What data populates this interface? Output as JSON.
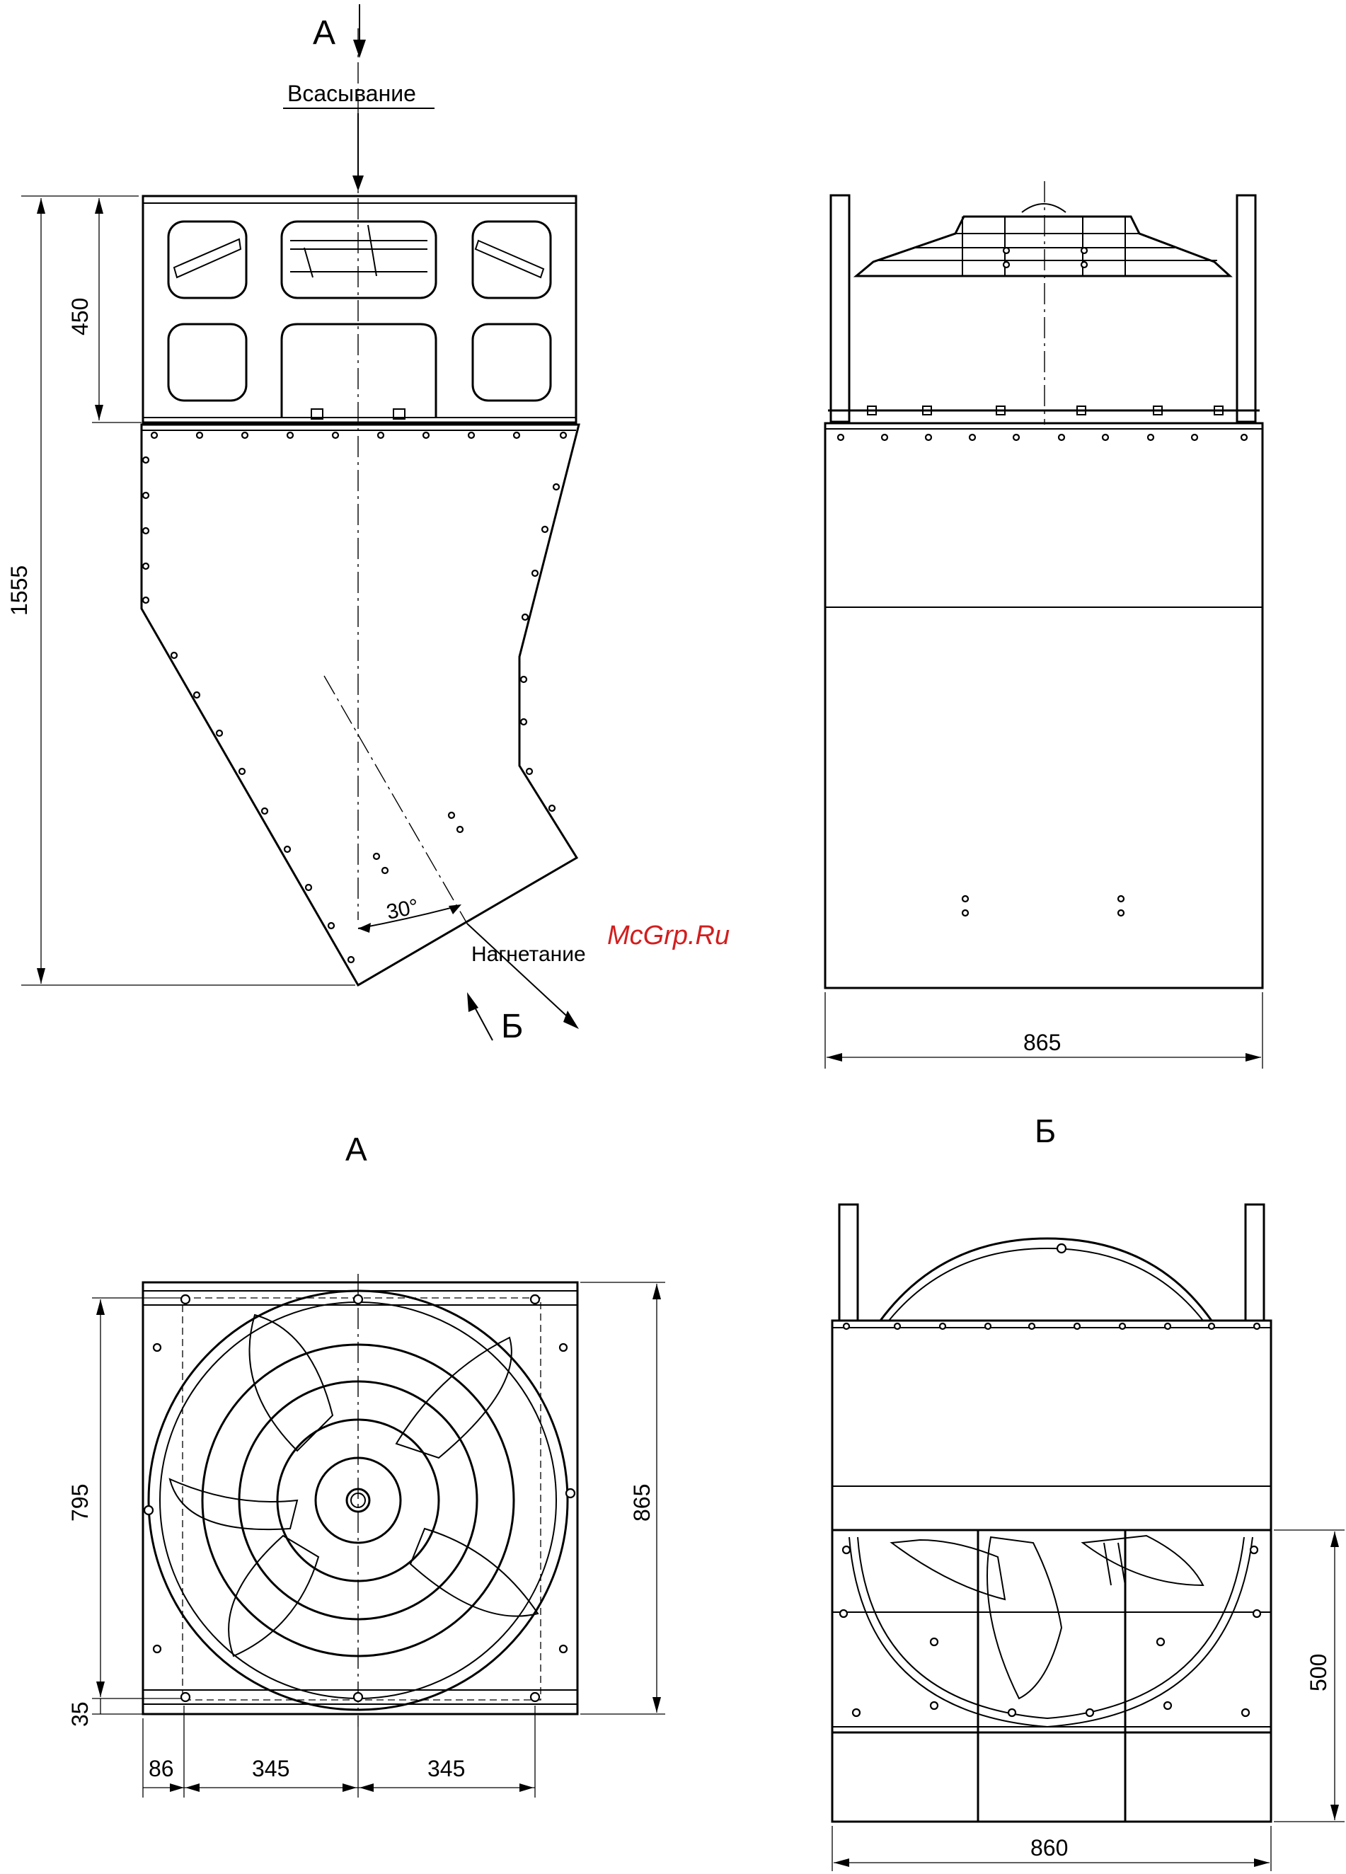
{
  "labels": {
    "suction": "Всасывание",
    "discharge": "Нагнетание",
    "view_a_arrow": "А",
    "view_b_arrow": "Б",
    "view_a_title": "А",
    "view_b_title": "Б",
    "angle": "30°",
    "watermark": "McGrp.Ru"
  },
  "dimensions": {
    "total_height": "1555",
    "top_section_height": "450",
    "side_width": "865",
    "inlet_width": "795",
    "frame_height": "865",
    "rim": "35",
    "edge_offset": "86",
    "half_left": "345",
    "half_right": "345",
    "outlet_height": "500",
    "outlet_width": "860"
  },
  "colors": {
    "line": "#000000",
    "watermark": "#d21e1e",
    "background": "#ffffff"
  }
}
